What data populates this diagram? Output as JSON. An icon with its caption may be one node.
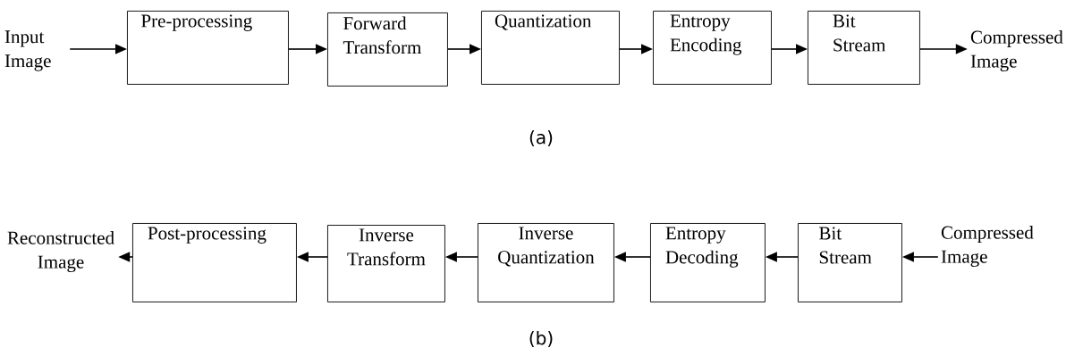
{
  "diagram": {
    "nodes": [
      {
        "text": [
          "Input Image"
        ]
      },
      {
        "text": [
          "Pre-processing"
        ]
      },
      {
        "text": [
          "Forward Transform"
        ]
      },
      {
        "text": [
          "Quantization"
        ]
      },
      {
        "text": [
          "Entropy Encoding"
        ]
      },
      {
        "text": [
          "Bit Stream"
        ]
      },
      {
        "text": [
          "Compressed Image"
        ]
      },
      {
        "text": [
          "Reconstructed Image"
        ]
      },
      {
        "text": [
          "Post-processing"
        ]
      },
      {
        "text": [
          "Inverse Transform"
        ]
      },
      {
        "text": [
          "Inverse Quantization"
        ]
      },
      {
        "text": [
          "Entropy Decoding"
        ]
      },
      {
        "text": [
          "Bit Stream"
        ]
      },
      {
        "text": [
          "Compressed Image"
        ]
      }
    ],
    "edges": [
      {
        "from": 0,
        "to": 1,
        "arrow": "to"
      },
      {
        "from": 1,
        "to": 2,
        "arrow": "to"
      },
      {
        "from": 2,
        "to": 3,
        "arrow": "to"
      },
      {
        "from": 3,
        "to": 4,
        "arrow": "to"
      },
      {
        "from": 4,
        "to": 5,
        "arrow": "to"
      },
      {
        "from": 5,
        "to": 6,
        "arrow": "to"
      },
      {
        "from": 13,
        "to": 12,
        "arrow": "to"
      },
      {
        "from": 12,
        "to": 11,
        "arrow": "to"
      },
      {
        "from": 11,
        "to": 10,
        "arrow": "to"
      },
      {
        "from": 10,
        "to": 9,
        "arrow": "to"
      },
      {
        "from": 9,
        "to": 8,
        "arrow": "to"
      },
      {
        "from": 8,
        "to": 7,
        "arrow": "to"
      }
    ],
    "labels": [
      "(a)",
      "(b)"
    ]
  }
}
